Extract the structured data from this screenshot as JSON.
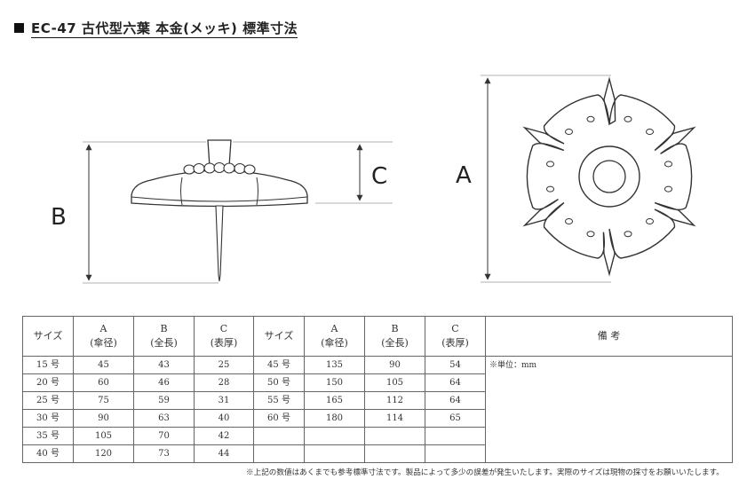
{
  "title": "EC-47 古代型六葉 本金(メッキ) 標準寸法",
  "dim_labels": {
    "a": "A",
    "b": "B",
    "c": "C"
  },
  "table": {
    "headers": {
      "size": "サイズ",
      "a": "A",
      "a_sub": "(傘径)",
      "b": "B",
      "b_sub": "(全長)",
      "c": "C",
      "c_sub": "(表厚)",
      "remarks": "備 考"
    },
    "rows_left": [
      [
        "15 号",
        "45",
        "43",
        "25"
      ],
      [
        "20 号",
        "60",
        "46",
        "28"
      ],
      [
        "25 号",
        "75",
        "59",
        "31"
      ],
      [
        "30 号",
        "90",
        "63",
        "40"
      ],
      [
        "35 号",
        "105",
        "70",
        "42"
      ],
      [
        "40 号",
        "120",
        "73",
        "44"
      ]
    ],
    "rows_right": [
      [
        "45 号",
        "135",
        "90",
        "54"
      ],
      [
        "50 号",
        "150",
        "105",
        "64"
      ],
      [
        "55 号",
        "165",
        "112",
        "64"
      ],
      [
        "60 号",
        "180",
        "114",
        "65"
      ],
      [
        "",
        "",
        "",
        ""
      ],
      [
        "",
        "",
        "",
        ""
      ]
    ],
    "remark_note": "※単位：mm"
  },
  "footnote": "※上記の数値はあくまでも参考標準寸法です。製品によって多少の誤差が発生いたします。実際のサイズは現物の採寸をお願いいたします。"
}
